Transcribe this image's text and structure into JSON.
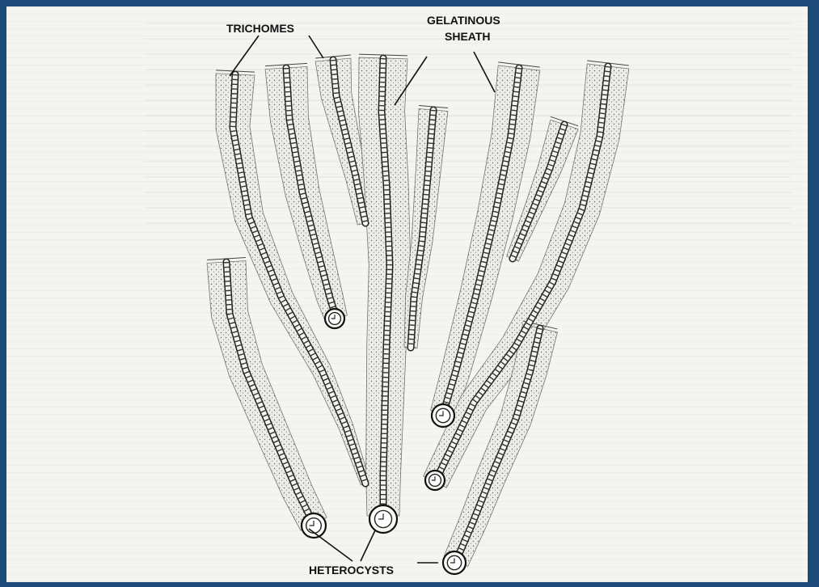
{
  "labels": {
    "trichomes": "TRICHOMES",
    "gelatinous_line1": "GELATINOUS",
    "gelatinous_line2": "SHEATH",
    "heterocysts": "HETEROCYSTS"
  },
  "colors": {
    "border": "#1e4a7a",
    "paper": "#f4f4f1",
    "ink": "#111111",
    "sheath_fill": "#d9d9d3"
  }
}
